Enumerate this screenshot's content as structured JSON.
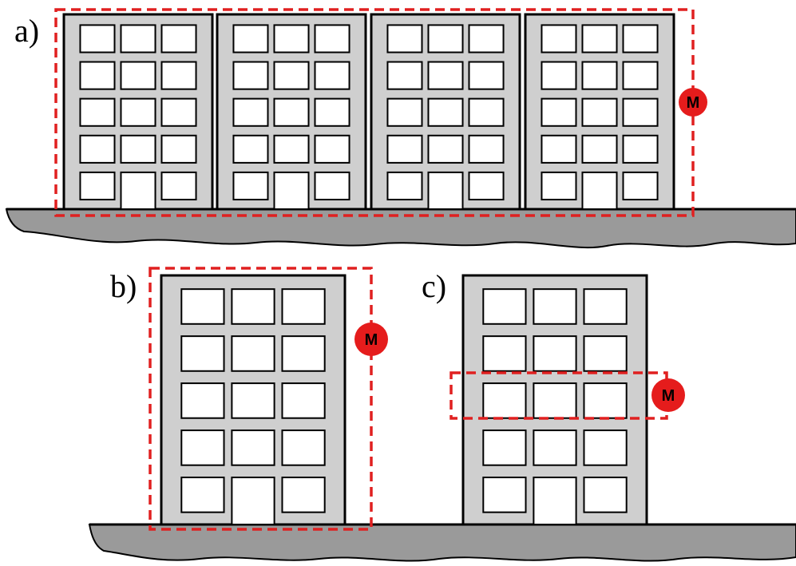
{
  "colors": {
    "building_fill": "#cfcfcf",
    "outline": "#000000",
    "window_fill": "#ffffff",
    "ground_fill": "#9a9a9a",
    "boundary": "#e02020",
    "badge": "#e51c1c"
  },
  "panels": [
    {
      "label": "a)",
      "building_count": 4,
      "boundary_scope": "all-buildings",
      "badge_text": "M"
    },
    {
      "label": "b)",
      "building_count": 1,
      "boundary_scope": "single-building",
      "badge_text": "M"
    },
    {
      "label": "c)",
      "building_count": 1,
      "boundary_scope": "single-floor",
      "badge_text": "M"
    }
  ],
  "building": {
    "window_columns": 3,
    "window_rows": 5,
    "door_column": 2
  }
}
